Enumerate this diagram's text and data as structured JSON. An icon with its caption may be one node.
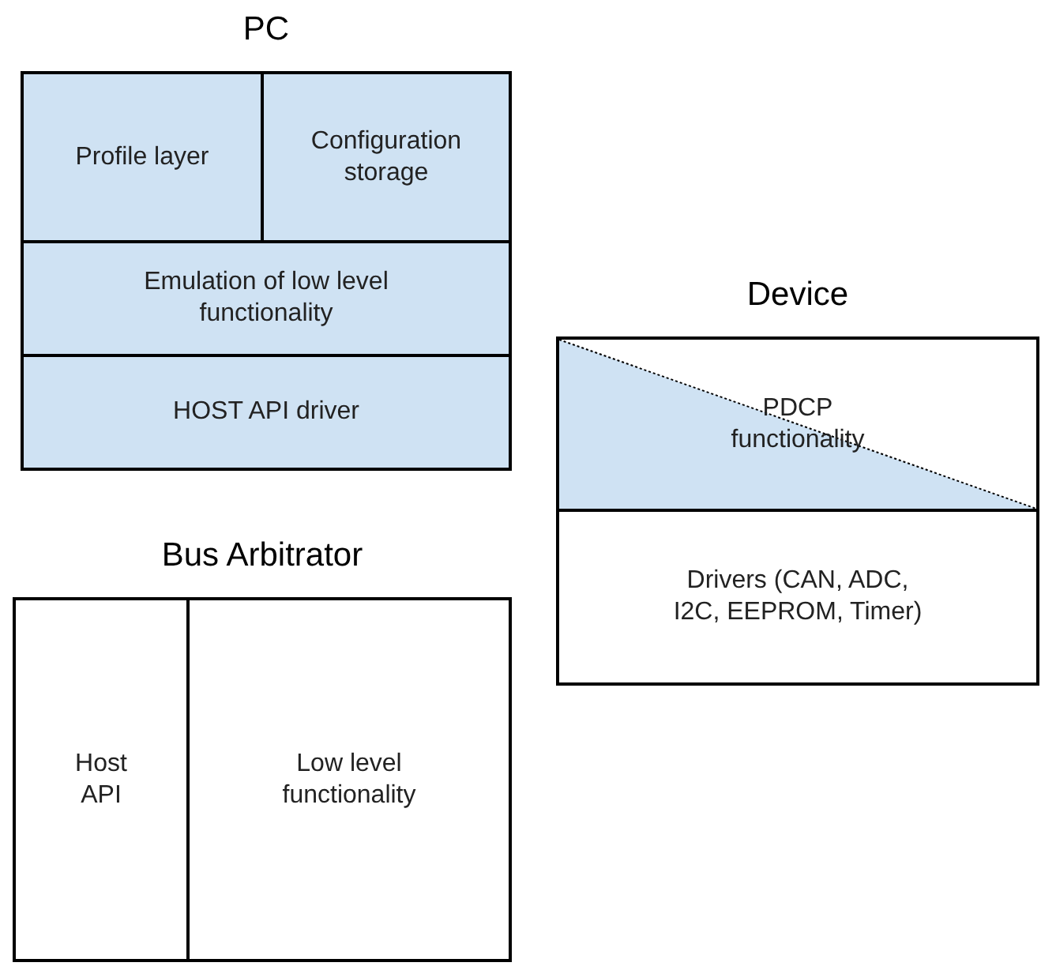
{
  "diagram": {
    "nodes": [
      {
        "text": [
          "PC"
        ]
      },
      {
        "text": [
          "Profile layer"
        ],
        "in": 0
      },
      {
        "text": [
          "Configuration storage"
        ],
        "in": 0
      },
      {
        "text": [
          "Emulation of low level functionality"
        ],
        "in": 0
      },
      {
        "text": [
          "HOST API driver"
        ],
        "in": 0
      },
      {
        "text": [
          "Device"
        ]
      },
      {
        "text": [
          "PDCP functionality"
        ],
        "in": 5
      },
      {
        "text": [
          "Drivers (CAN, ADC, I2C, EEPROM, Timer)"
        ],
        "in": 5
      },
      {
        "text": [
          "Bus Arbitrator"
        ]
      },
      {
        "text": [
          "Host API"
        ],
        "in": 8
      },
      {
        "text": [
          "Low level functionality"
        ],
        "in": 8
      }
    ]
  }
}
